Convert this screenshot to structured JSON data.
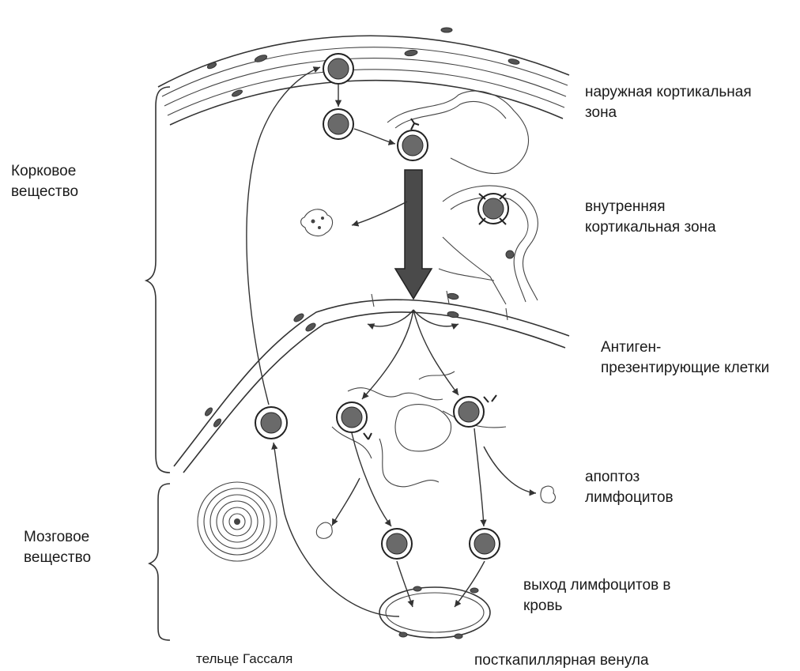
{
  "labels": {
    "outer_cortical_zone": [
      "наружная кортикальная",
      "зона"
    ],
    "cortex": [
      "Корковое",
      "вещество"
    ],
    "inner_cortical_zone": [
      "внутренняя",
      "кортикальная зона"
    ],
    "apc": [
      "Антиген-",
      "презентирующие клетки"
    ],
    "apoptosis": [
      "апоптоз",
      "лимфоцитов"
    ],
    "medulla": [
      "Мозговое",
      "вещество"
    ],
    "lymphocyte_exit": [
      "выход лимфоцитов в",
      "кровь"
    ],
    "hassall": "тельце Гассаля",
    "venule": "посткапиллярная венула"
  }
}
